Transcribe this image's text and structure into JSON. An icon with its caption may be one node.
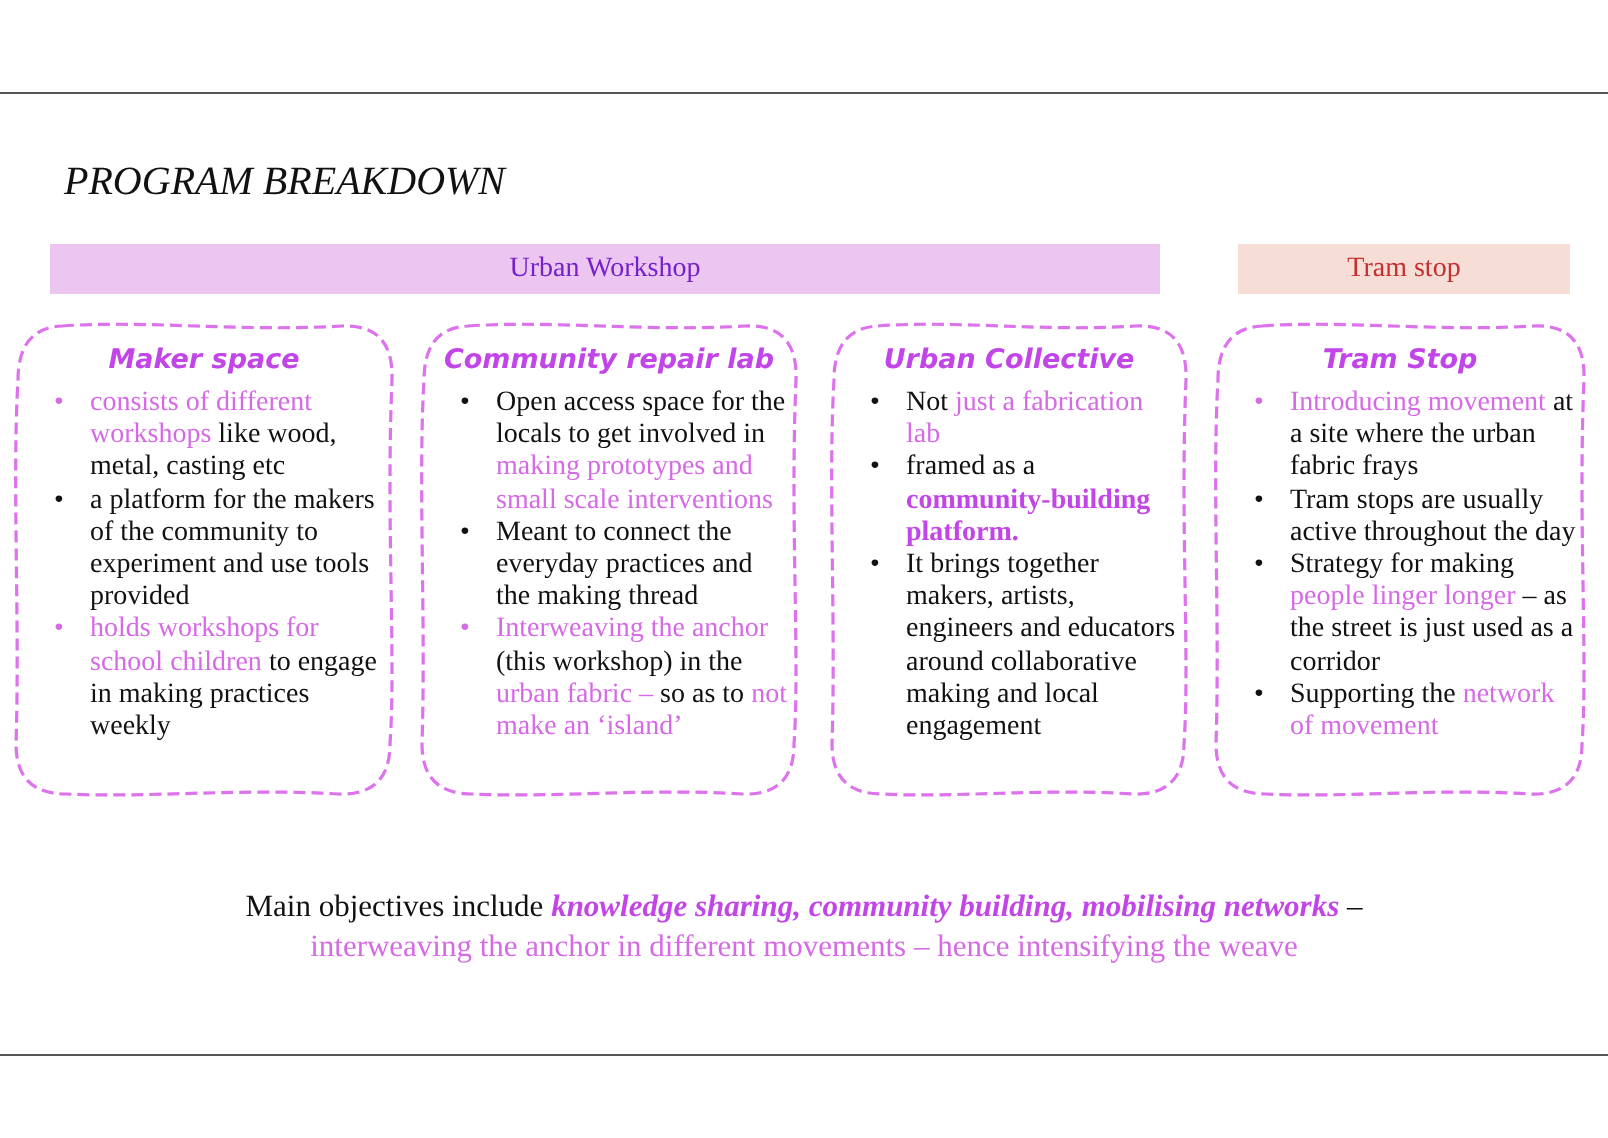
{
  "diagram": {
    "title": "PROGRAM BREAKDOWN",
    "caption": "Main objectives include **knowledge sharing, community building, mobilising networks** – interweaving the anchor in different movements – hence intensifying the weave",
    "nodes": [
      {
        "text": [
          "Urban Workshop"
        ]
      },
      {
        "text": [
          "Tram stop"
        ]
      },
      {
        "text": [
          "Maker space",
          "• consists of different workshops like wood, metal, casting etc",
          "• a platform for the makers of the community to experiment and use tools provided",
          "• holds workshops for school children to engage in making practices weekly"
        ]
      },
      {
        "text": [
          "Community repair lab",
          "• Open access space for the locals to get involved in making prototypes and small scale interventions",
          "• Meant to connect the everyday practices and the making thread",
          "• Interweaving the anchor (this workshop) in the urban fabric – so as to not make an ‘island’"
        ]
      },
      {
        "text": [
          "Urban Collective",
          "• Not just a fabrication lab",
          "• framed as a community-building platform.",
          "• It brings together makers, artists, engineers and educators around collaborative making and local engagement"
        ]
      },
      {
        "text": [
          "Tram Stop",
          "• Introducing movement at a site where the urban fabric frays",
          "• Tram stops are usually active throughout the day",
          "• Strategy for making people linger longer – as the street is just used as a corridor",
          "• Supporting the network of movement"
        ]
      }
    ]
  }
}
